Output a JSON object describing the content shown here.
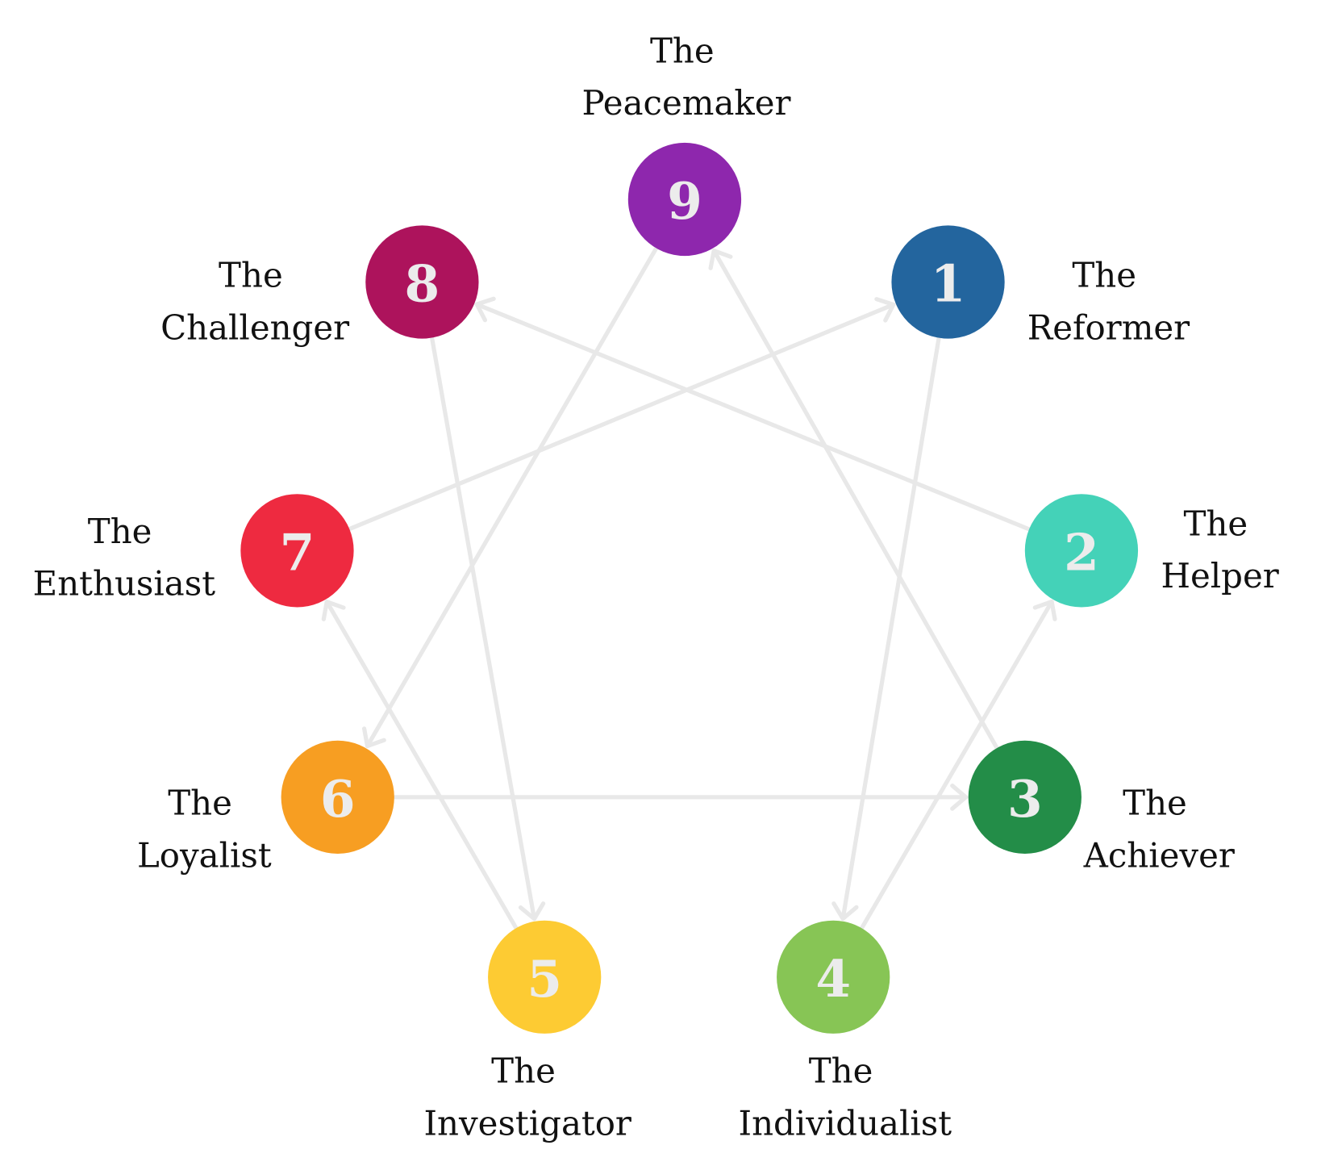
{
  "title": "Enneagram",
  "line_color": "#e8e8e8",
  "types": [
    {
      "number": "1",
      "label_line1": "The",
      "label_line2": "Reformer",
      "color": "#23659e"
    },
    {
      "number": "2",
      "label_line1": "The",
      "label_line2": "Helper",
      "color": "#44d2b8"
    },
    {
      "number": "3",
      "label_line1": "The",
      "label_line2": "Achiever",
      "color": "#238d48"
    },
    {
      "number": "4",
      "label_line1": "The",
      "label_line2": "Individualist",
      "color": "#87c555"
    },
    {
      "number": "5",
      "label_line1": "The",
      "label_line2": "Investigator",
      "color": "#fdcb33"
    },
    {
      "number": "6",
      "label_line1": "The",
      "label_line2": "Loyalist",
      "color": "#f79e22"
    },
    {
      "number": "7",
      "label_line1": "The",
      "label_line2": "Enthusiast",
      "color": "#ee2a40"
    },
    {
      "number": "8",
      "label_line1": "The",
      "label_line2": "Challenger",
      "color": "#ad135c"
    },
    {
      "number": "9",
      "label_line1": "The",
      "label_line2": "Peacemaker",
      "color": "#8e27ad"
    }
  ],
  "arrows": [
    {
      "from": "9",
      "to": "6"
    },
    {
      "from": "6",
      "to": "3"
    },
    {
      "from": "3",
      "to": "9"
    },
    {
      "from": "1",
      "to": "4"
    },
    {
      "from": "4",
      "to": "2"
    },
    {
      "from": "2",
      "to": "8"
    },
    {
      "from": "8",
      "to": "5"
    },
    {
      "from": "5",
      "to": "7"
    },
    {
      "from": "7",
      "to": "1"
    }
  ]
}
